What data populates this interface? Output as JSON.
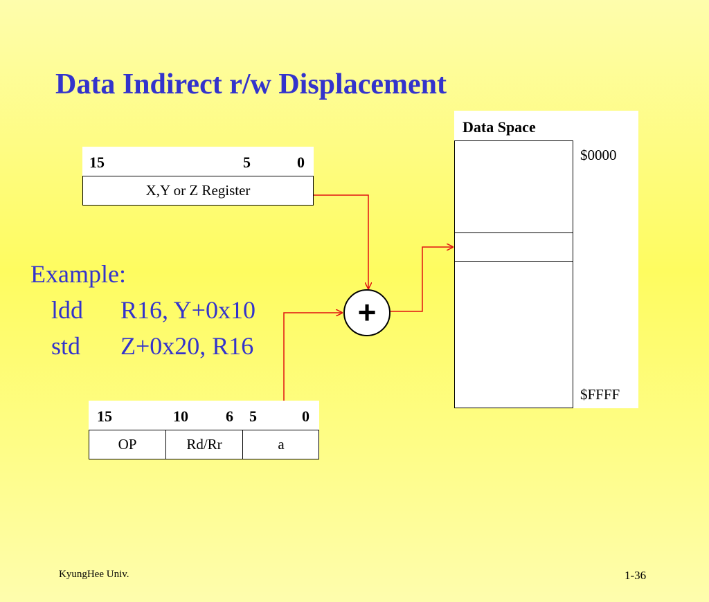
{
  "slide": {
    "title": "Data Indirect r/w Displacement",
    "example": {
      "heading": "Example:",
      "lines": [
        {
          "mnemonic": "ldd",
          "operands": "R16, Y+0x10"
        },
        {
          "mnemonic": "std",
          "operands": "Z+0x20, R16"
        }
      ]
    },
    "register": {
      "bits": [
        "15",
        "5",
        "0"
      ],
      "label": "X,Y or Z Register"
    },
    "instruction": {
      "bits": [
        "15",
        "10",
        "6",
        "5",
        "0"
      ],
      "fields": [
        "OP",
        "Rd/Rr",
        "a"
      ]
    },
    "adder": {
      "symbol": "+"
    },
    "data_space": {
      "label": "Data Space",
      "start_address": "$0000",
      "end_address": "$FFFF"
    },
    "footer": {
      "left": "KyungHee Univ.",
      "right": "1-36"
    },
    "colors": {
      "title": "#3333cc",
      "arrow": "#e01010"
    }
  }
}
